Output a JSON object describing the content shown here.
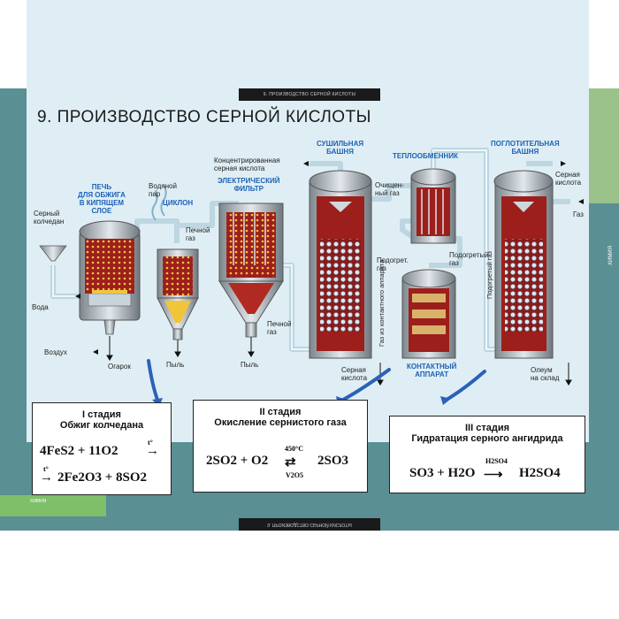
{
  "header": {
    "tab_top": "9. ПРОИЗВОДСТВО СЕРНОЙ КИСЛОТЫ",
    "title": "9. ПРОИЗВОДСТВО  СЕРНОЙ  КИСЛОТЫ"
  },
  "apparatus": {
    "furnace": "ПЕЧЬ\nДЛЯ ОБЖИГА\nВ КИПЯЩЕМ\nСЛОЕ",
    "cyclone": "ЦИКЛОН",
    "filter": "ЭЛЕКТРИЧЕСКИЙ\nФИЛЬТР",
    "drying_tower": "СУШИЛЬНАЯ\nБАШНЯ",
    "heat_exchanger": "ТЕПЛООБМЕННИК",
    "absorption_tower": "ПОГЛОТИТЕЛЬНАЯ\nБАШНЯ",
    "contact_apparatus": "КОНТАКТНЫЙ\nАППАРАТ"
  },
  "labels": {
    "pyrite": "Серный\nколчедан",
    "water": "Вода",
    "air": "Воздух",
    "cinder": "Огарок",
    "steam": "Водяной\nпар",
    "furnace_gas_1": "Печной\nгаз",
    "furnace_gas_2": "Печной\nгаз",
    "dust_1": "Пыль",
    "dust_2": "Пыль",
    "conc_acid": "Концентрированная\nсерная кислота",
    "sulfuric_acid": "Серная\nкислота",
    "purified_gas": "Очищен-\nный газ",
    "heated_gas": "Подогрет.\nгаз",
    "heated_gas2": "Подогретый\nгаз",
    "gas_from_contact": "Газ из контактного аппарата",
    "heated_gas_vertical": "Подогретый газ",
    "acid_right": "Серная\nкислота",
    "gas_out": "Газ",
    "oleum": "Олеум\nна склад"
  },
  "stages": [
    {
      "title1": "I стадия",
      "title2": "Обжиг колчедана",
      "eq_line1": "4FeS2 + 11O2",
      "eq_line2": "2Fe2O3 + 8SO2",
      "cond": "t°"
    },
    {
      "title1": "II стадия",
      "title2": "Окисление сернистого газа",
      "eq_left": "2SO2 + O2",
      "eq_right": "2SO3",
      "cond_top": "450°C",
      "cond_bottom": "V2O5"
    },
    {
      "title1": "III стадия",
      "title2": "Гидратация серного ангидрида",
      "eq_left": "SO3 + H2O",
      "eq_right": "H2SO4",
      "cond_top": "H2SO4"
    }
  ],
  "footer": {
    "tab_bottom": "9. ПРОИЗВОДСТВО СЕРНОЙ КИСЛОТЫ",
    "side_green": "ХИМИЯ",
    "corner_green": "ХИМИЯ"
  },
  "colors": {
    "pipe": "#cfe4ee",
    "vessel_red": "#b3282a",
    "vessel_shell": "#9aa3aa",
    "accent_blue": "#1d62b5",
    "poster_frame": "#5a8f94"
  }
}
